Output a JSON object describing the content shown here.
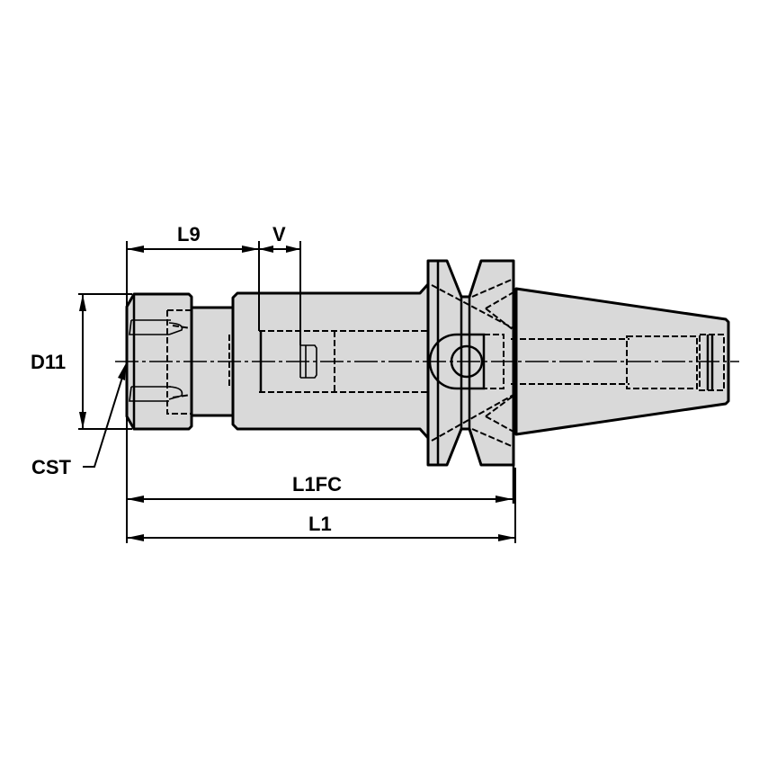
{
  "drawing": {
    "subject": "Collet chuck tool holder (taper shank) - side view",
    "colors": {
      "body_fill": "#d9d9d9",
      "line": "#000000",
      "background": "#ffffff"
    }
  },
  "dimensions": {
    "L9": "L9",
    "V": "V",
    "D11": "D11",
    "CST": "CST",
    "L1FC": "L1FC",
    "L1": "L1"
  }
}
